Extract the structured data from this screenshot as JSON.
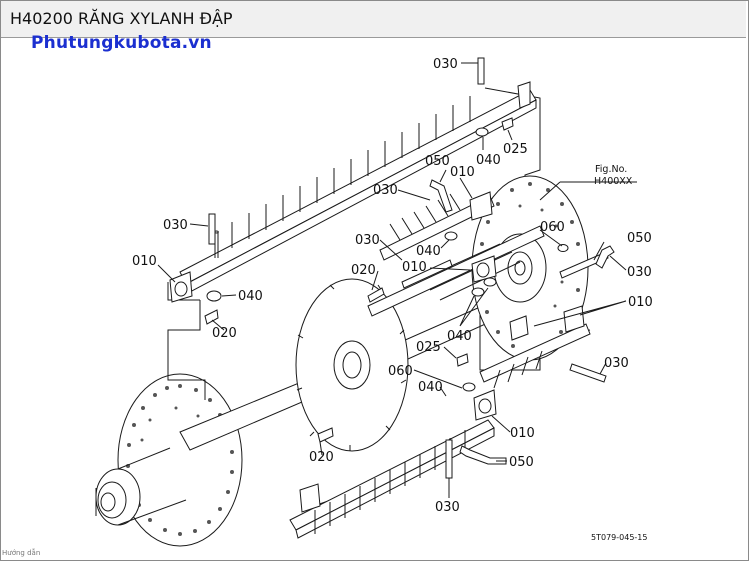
{
  "header": {
    "title": "H40200 RĂNG XYLANH ĐẬP",
    "watermark": "Phutungkubota.vn"
  },
  "figure": {
    "ref_title": "Fig.No.",
    "ref_code": "H400XX",
    "drawing_code": "5T079-045-15"
  },
  "callouts": {
    "c030_a": "030",
    "c050_a": "050",
    "c010_a": "010",
    "c040_a": "040",
    "c025_a": "025",
    "c030_b": "030",
    "c010_b": "010",
    "c040_b": "040",
    "c020_a": "020",
    "c030_c": "030",
    "c040_c": "040",
    "c020_b": "020",
    "c060_a": "060",
    "c010_c": "010",
    "c050_b": "050",
    "c030_d": "030",
    "c010_d": "010",
    "c040_d": "040",
    "c030_e": "030",
    "c025_b": "025",
    "c060_b": "060",
    "c040_e": "040",
    "c010_e": "010",
    "c020_c": "020",
    "c050_c": "050",
    "c030_f": "030"
  },
  "footer_note": "Hướng dẫn"
}
